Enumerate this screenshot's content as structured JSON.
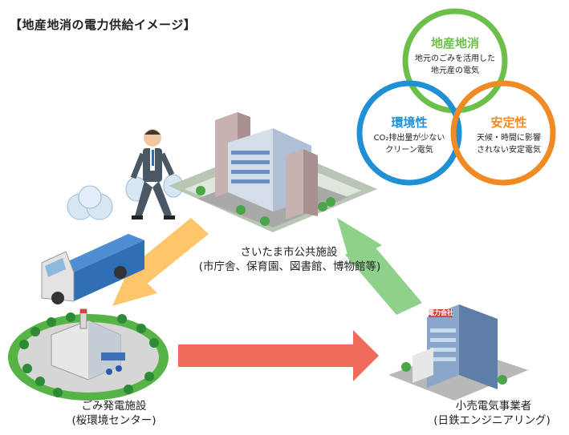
{
  "title": "【地産地消の電力供給イメージ】",
  "nodes": {
    "public_facility": {
      "line1": "さいたま市公共施設",
      "line2": "(市庁舎、保育園、図書館、博物館等)"
    },
    "power_plant": {
      "line1": "ごみ発電施設",
      "line2": "(桜環境センター)"
    },
    "retailer": {
      "line1": "小売電気事業者",
      "line2": "(日鉄エンジニアリング)",
      "sign": "電力会社"
    }
  },
  "venn": {
    "local": {
      "title": "地産地消",
      "line1": "地元のごみを活用した",
      "line2": "地元産の電気",
      "color": "#6cc04a"
    },
    "environment": {
      "title": "環境性",
      "line1": "CO₂排出量が少ない",
      "line2": "クリーン電気",
      "color": "#1f8fd6"
    },
    "stability": {
      "title": "安定性",
      "line1": "天候・時間に影響",
      "line2": "されない安定電気",
      "color": "#f08a24"
    }
  },
  "flows": {
    "facility_to_plant_color": "#ffc56a",
    "plant_to_retailer_color": "#f06a5a",
    "retailer_to_facility_color": "#8fd18a"
  }
}
